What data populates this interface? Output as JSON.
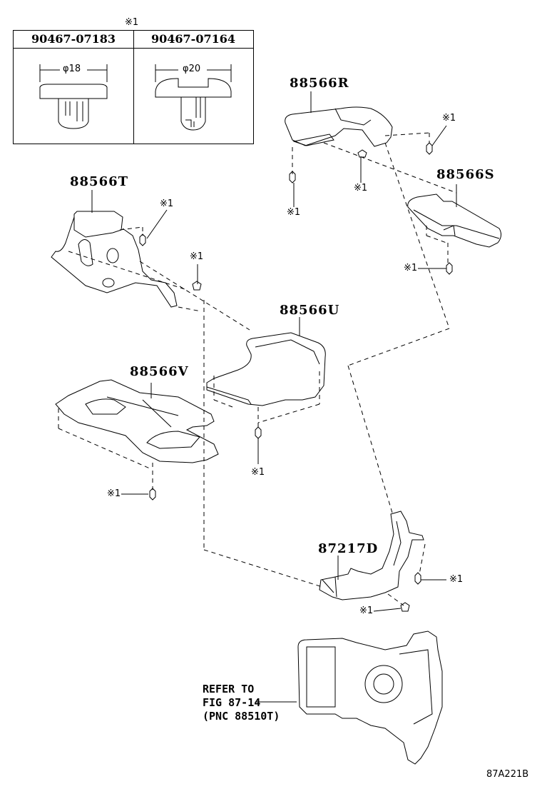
{
  "diagram_code": "87A221B",
  "clip_table": {
    "header_note": "※1",
    "clips": [
      {
        "part_number": "90467-07183",
        "diameter": "φ18"
      },
      {
        "part_number": "90467-07164",
        "diameter": "φ20"
      }
    ]
  },
  "parts": [
    {
      "id": "88566R",
      "label": "88566R"
    },
    {
      "id": "88566S",
      "label": "88566S"
    },
    {
      "id": "88566T",
      "label": "88566T"
    },
    {
      "id": "88566U",
      "label": "88566U"
    },
    {
      "id": "88566V",
      "label": "88566V"
    },
    {
      "id": "87217D",
      "label": "87217D"
    }
  ],
  "clip_callout": "※1",
  "reference": {
    "line1": "REFER TO",
    "line2": "FIG 87-14",
    "line3": "(PNC 88510T)"
  }
}
